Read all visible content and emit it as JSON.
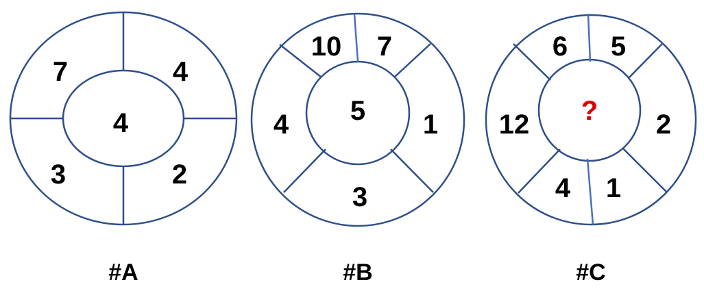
{
  "puzzles": [
    {
      "label": "#A",
      "center": "4",
      "segments": [
        "7",
        "4",
        "3",
        "2"
      ]
    },
    {
      "label": "#B",
      "center": "5",
      "segments": [
        "10",
        "7",
        "4",
        "1",
        "3"
      ]
    },
    {
      "label": "#C",
      "center": "?",
      "segments": [
        "6",
        "5",
        "12",
        "2",
        "4",
        "1"
      ]
    }
  ],
  "colors": {
    "line": "#2f4f8a",
    "question": "#e00000",
    "text": "#000000"
  }
}
